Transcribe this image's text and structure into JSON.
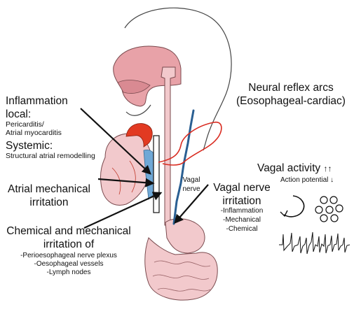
{
  "inflammation": {
    "heading": "Inflammation",
    "local_label": "local:",
    "local_items": [
      "Pericarditis/",
      "Atrial myocarditis"
    ],
    "systemic_label": "Systemic:",
    "systemic_item": "Structural atrial remodelling"
  },
  "atrial_mech": {
    "line1": "Atrial mechanical",
    "line2": "irritation"
  },
  "chemical": {
    "line1": "Chemical and mechanical",
    "line2": "irritation of",
    "items": [
      "-Perioesophageal nerve plexus",
      "-Oesophageal vessels",
      "-Lymph nodes"
    ]
  },
  "neural_reflex": {
    "line1": "Neural reflex arcs",
    "line2": "(Eosophageal-cardiac)"
  },
  "vagal_label": {
    "line1": "Vagal",
    "line2": "nerve"
  },
  "vagal_irritation": {
    "line1": "Vagal nerve",
    "line2": "irritation",
    "items": [
      "-Inflammation",
      "-Mechanical",
      "-Chemical"
    ]
  },
  "vagal_activity": {
    "title": "Vagal activity",
    "title_arrows": "↑↑",
    "action_potential": "Action potential",
    "ap_arrow": "↓"
  },
  "colors": {
    "skin_pink": "#e8a2a8",
    "tract_fill": "#f2c9cc",
    "heart_red": "#e23a22",
    "vagal_blue": "#2a5f92",
    "reflex_red": "#d92b20",
    "vein_blue": "#6fa8d6",
    "ink": "#111111"
  }
}
